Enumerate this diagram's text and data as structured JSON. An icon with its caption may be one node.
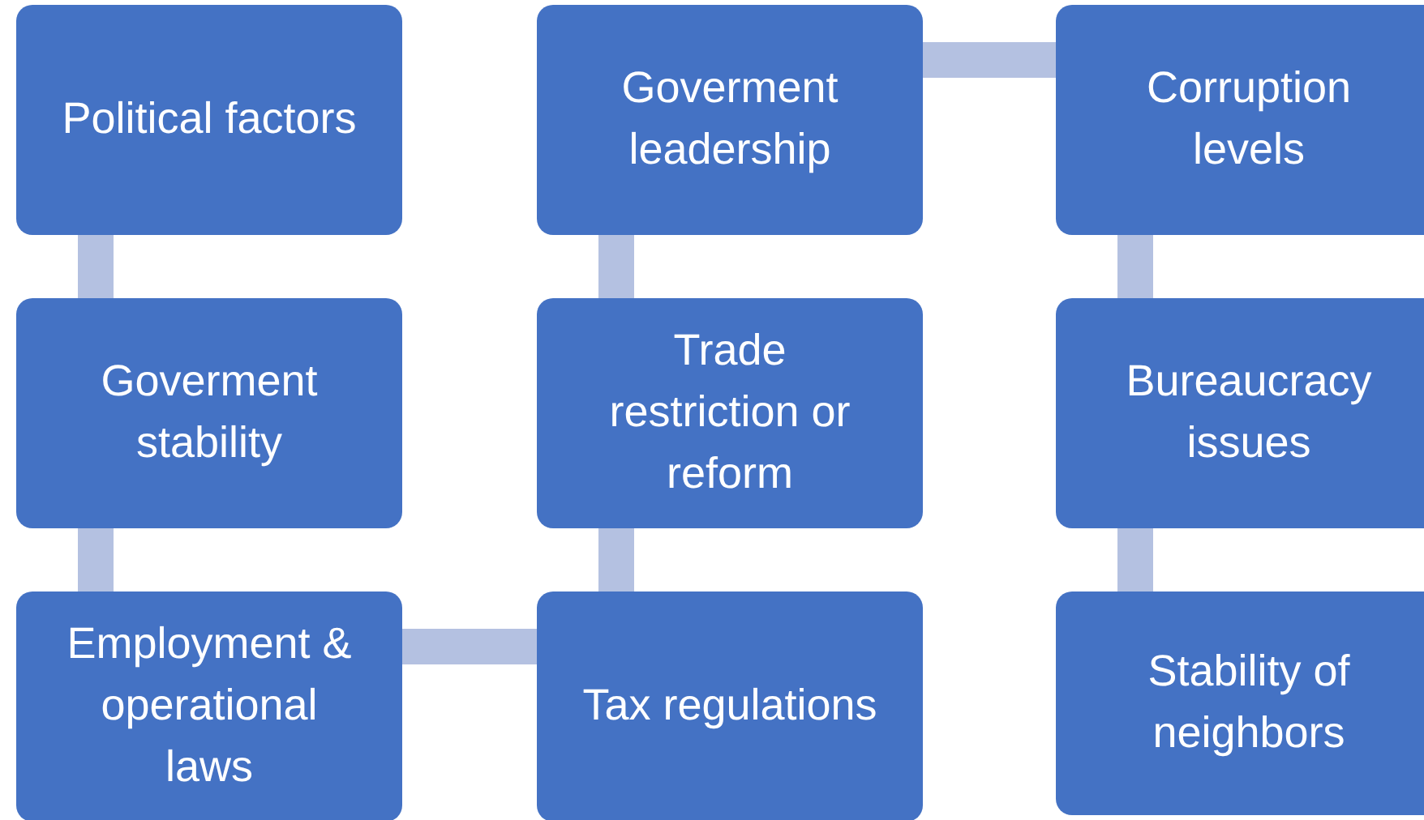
{
  "diagram": {
    "nodes": [
      {
        "text": [
          "Political factors"
        ]
      },
      {
        "text": [
          "Goverment stability"
        ]
      },
      {
        "text": [
          "Employment & operational laws"
        ]
      },
      {
        "text": [
          "Tax regulations"
        ]
      },
      {
        "text": [
          "Trade restriction or reform"
        ]
      },
      {
        "text": [
          "Goverment leadership"
        ]
      },
      {
        "text": [
          "Corruption levels"
        ]
      },
      {
        "text": [
          "Bureaucracy issues"
        ]
      },
      {
        "text": [
          "Stability of neighbors"
        ]
      }
    ],
    "edges": [
      {
        "from": 0,
        "to": 1,
        "arrow": "none"
      },
      {
        "from": 1,
        "to": 2,
        "arrow": "none"
      },
      {
        "from": 2,
        "to": 3,
        "arrow": "none"
      },
      {
        "from": 3,
        "to": 4,
        "arrow": "none"
      },
      {
        "from": 4,
        "to": 5,
        "arrow": "none"
      },
      {
        "from": 5,
        "to": 6,
        "arrow": "none"
      },
      {
        "from": 6,
        "to": 7,
        "arrow": "none"
      },
      {
        "from": 7,
        "to": 8,
        "arrow": "none"
      }
    ]
  }
}
